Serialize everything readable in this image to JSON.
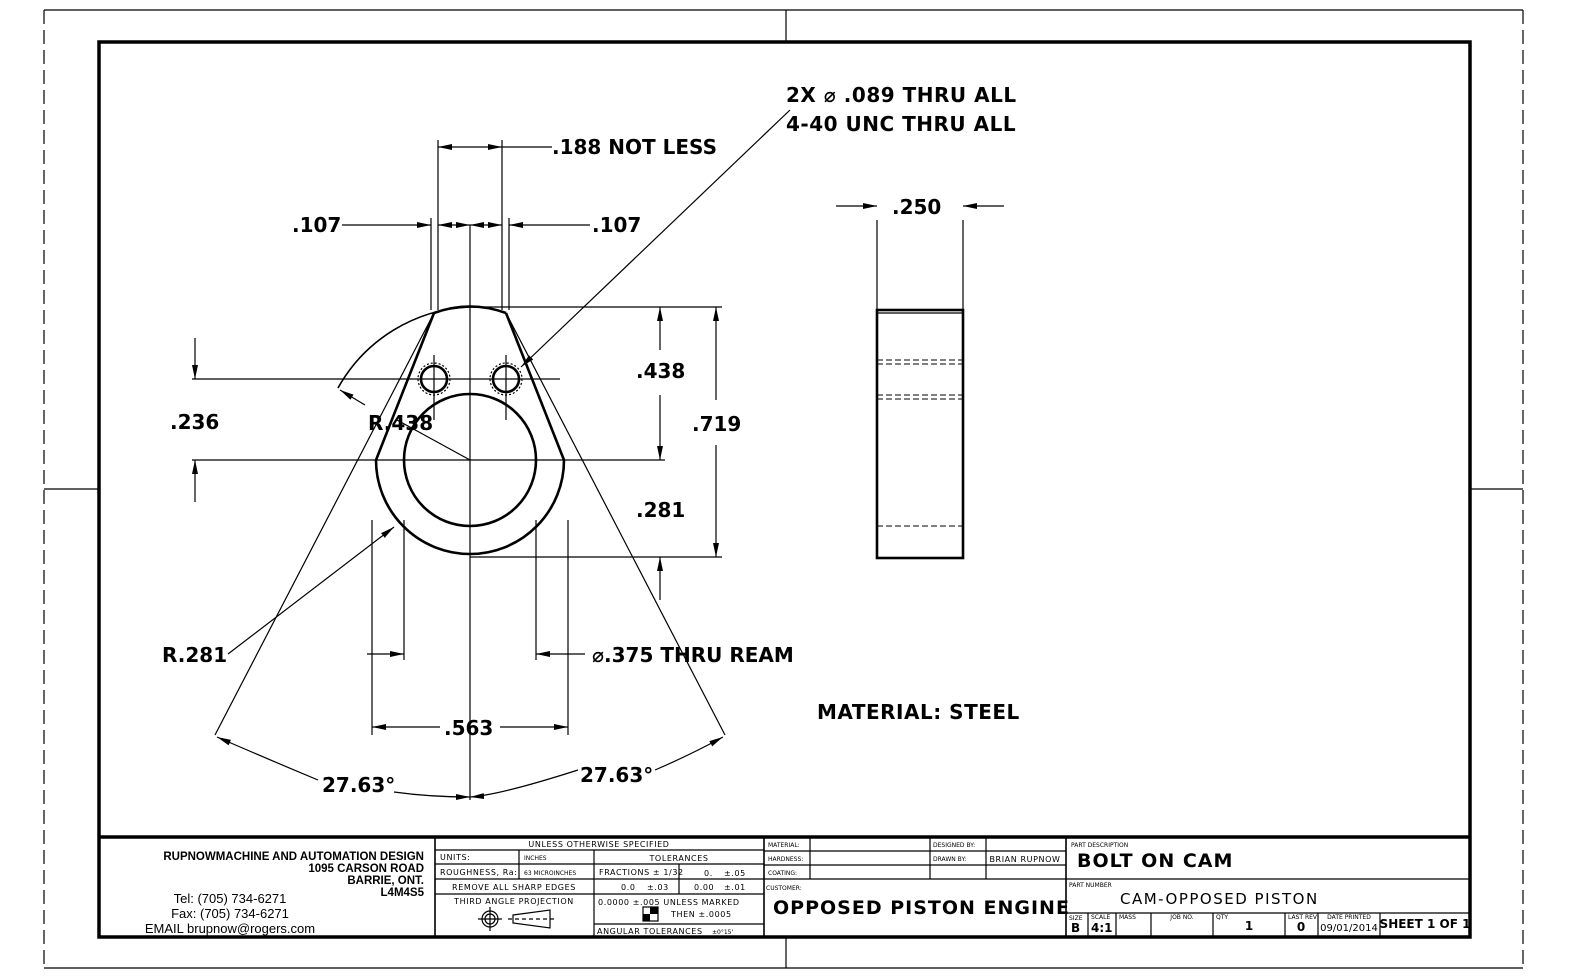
{
  "drawing": {
    "front_view": {
      "dimensions": {
        "slot_width": ".188 NOT LESS",
        "left_offset": ".107",
        "right_offset": ".107",
        "hole_callout_line1": "2X ⌀ .089 THRU ALL",
        "hole_callout_line2": "4-40 UNC  THRU ALL",
        "outer_radius": "R.438",
        "inner_radius": "R.281",
        "vertical_hole_offset": ".236",
        "height_upper": ".438",
        "height_total": ".719",
        "height_lower": ".281",
        "bore": "⌀.375 THRU REAM",
        "bore_width": ".563",
        "angle_left": "27.63°",
        "angle_right": "27.63°"
      }
    },
    "side_view": {
      "thickness": ".250"
    },
    "material_note": "MATERIAL: STEEL"
  },
  "title_block": {
    "company": {
      "name": "RUPNOWMACHINE AND AUTOMATION DESIGN",
      "address1": "1095 CARSON ROAD",
      "address2": "BARRIE, ONT.",
      "postal": "L4M4S5",
      "tel": "Tel: (705) 734-6271",
      "fax": "Fax: (705) 734-6271",
      "email": "EMAIL brupnow@rogers.com"
    },
    "specs": {
      "header": "UNLESS OTHERWISE SPECIFIED",
      "units_label": "UNITS:",
      "units_value": "INCHES",
      "roughness_label": "ROUGHNESS, Ra:",
      "roughness_value": "63 MICROINCHES",
      "edges_note": "REMOVE ALL SHARP EDGES",
      "projection_label": "THIRD ANGLE PROJECTION",
      "tolerances_header": "TOLERANCES",
      "tol_fractions": "FRACTIONS ± 1/32",
      "tol_0_label": "0.",
      "tol_0_value": "±.05",
      "tol_00_label": "0.0",
      "tol_00_value": "±.03",
      "tol_000_label": "0.00",
      "tol_000_value": "±.01",
      "tol_0000": "0.0000    ±.005 UNLESS MARKED",
      "tol_then": "THEN  ±.0005",
      "angular": "ANGULAR TOLERANCES",
      "angular_value": "±0°15'"
    },
    "info": {
      "material_label": "MATERIAL:",
      "material_value": "",
      "hardness_label": "HARDNESS:",
      "coating_label": "COATING:",
      "designed_by_label": "DESIGNED BY:",
      "designed_by_value": "",
      "drawn_by_label": "DRAWN BY:",
      "drawn_by_value": "BRIAN RUPNOW",
      "customer_label": "CUSTOMER:",
      "customer_value": "OPPOSED PISTON ENGINE"
    },
    "part": {
      "description_label": "PART DESCRIPTION",
      "description": "BOLT ON CAM",
      "number_label": "PART NUMBER",
      "number": "CAM-OPPOSED PISTON",
      "size_label": "SIZE",
      "size": "B",
      "scale_label": "SCALE",
      "scale": "4:1",
      "mass_label": "MASS",
      "mass": "",
      "job_label": "JOB NO.",
      "job": "",
      "qty_label": "QTY",
      "qty": "1",
      "rev_label": "LAST REV",
      "rev": "0",
      "date_label": "DATE PRINTED",
      "date": "09/01/2014",
      "sheet": "SHEET 1 OF 1"
    }
  }
}
